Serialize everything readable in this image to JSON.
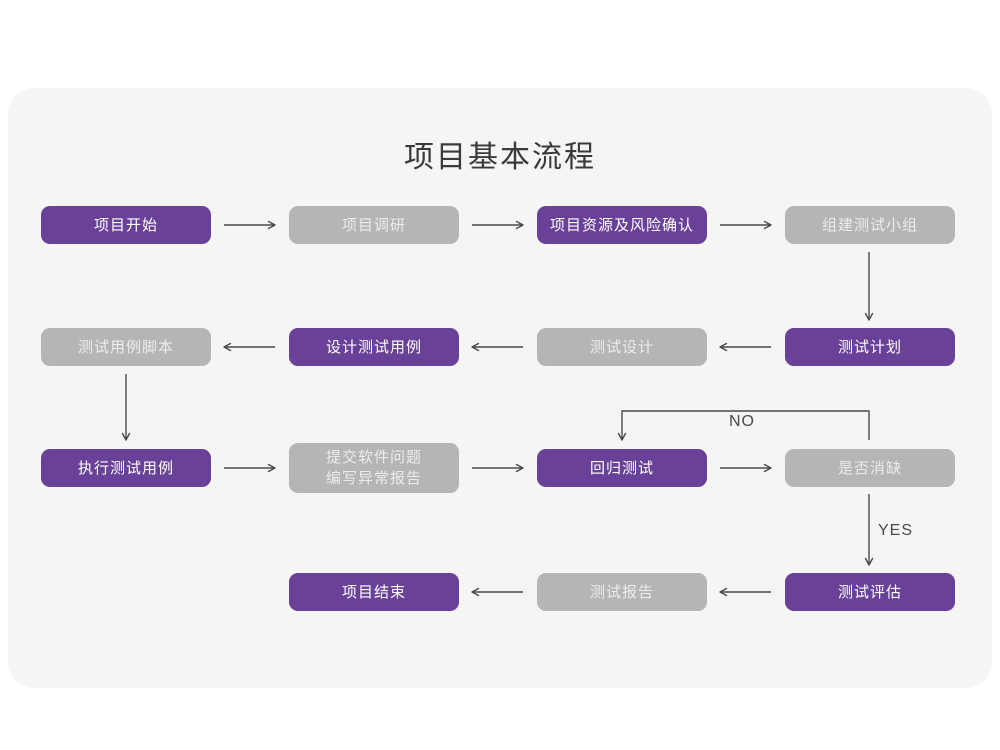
{
  "page": {
    "background": "#ffffff",
    "panel_background": "#f5f5f5"
  },
  "colors": {
    "accent_purple": "#6a4199",
    "muted_gray": "#b5b5b5",
    "purple_text": "#ffffff",
    "gray_text": "#ececec",
    "connector": "#4a4a4a",
    "title_text": "#3a3a3a"
  },
  "chart_data": {
    "type": "diagram",
    "diagram_kind": "flowchart",
    "title": "项目基本流程",
    "legend": [
      {
        "swatch": "#6a4199",
        "meaning": "purple-node"
      },
      {
        "swatch": "#b5b5b5",
        "meaning": "gray-node"
      }
    ],
    "nodes": [
      {
        "id": "n1",
        "label": "项目开始",
        "style": "purple",
        "row": 1,
        "col": 1
      },
      {
        "id": "n2",
        "label": "项目调研",
        "style": "gray",
        "row": 1,
        "col": 2
      },
      {
        "id": "n3",
        "label": "项目资源及风险确认",
        "style": "purple",
        "row": 1,
        "col": 3
      },
      {
        "id": "n4",
        "label": "组建测试小组",
        "style": "gray",
        "row": 1,
        "col": 4
      },
      {
        "id": "n5",
        "label": "测试计划",
        "style": "purple",
        "row": 2,
        "col": 4
      },
      {
        "id": "n6",
        "label": "测试设计",
        "style": "gray",
        "row": 2,
        "col": 3
      },
      {
        "id": "n7",
        "label": "设计测试用例",
        "style": "purple",
        "row": 2,
        "col": 2
      },
      {
        "id": "n8",
        "label": "测试用例脚本",
        "style": "gray",
        "row": 2,
        "col": 1
      },
      {
        "id": "n9",
        "label": "执行测试用例",
        "style": "purple",
        "row": 3,
        "col": 1
      },
      {
        "id": "n10",
        "label": "提交软件问题",
        "label2": "编写异常报告",
        "style": "gray",
        "row": 3,
        "col": 2
      },
      {
        "id": "n11",
        "label": "回归测试",
        "style": "purple",
        "row": 3,
        "col": 3
      },
      {
        "id": "n12",
        "label": "是否消缺",
        "style": "gray",
        "row": 3,
        "col": 4
      },
      {
        "id": "n13",
        "label": "测试评估",
        "style": "purple",
        "row": 4,
        "col": 4
      },
      {
        "id": "n14",
        "label": "测试报告",
        "style": "gray",
        "row": 4,
        "col": 3
      },
      {
        "id": "n15",
        "label": "项目结束",
        "style": "purple",
        "row": 4,
        "col": 2
      }
    ],
    "edges": [
      {
        "from": "n1",
        "to": "n2",
        "direction": "right",
        "label": ""
      },
      {
        "from": "n2",
        "to": "n3",
        "direction": "right",
        "label": ""
      },
      {
        "from": "n3",
        "to": "n4",
        "direction": "right",
        "label": ""
      },
      {
        "from": "n4",
        "to": "n5",
        "direction": "down",
        "label": ""
      },
      {
        "from": "n5",
        "to": "n6",
        "direction": "left",
        "label": ""
      },
      {
        "from": "n6",
        "to": "n7",
        "direction": "left",
        "label": ""
      },
      {
        "from": "n7",
        "to": "n8",
        "direction": "left",
        "label": ""
      },
      {
        "from": "n8",
        "to": "n9",
        "direction": "down",
        "label": ""
      },
      {
        "from": "n9",
        "to": "n10",
        "direction": "right",
        "label": ""
      },
      {
        "from": "n10",
        "to": "n11",
        "direction": "right",
        "label": ""
      },
      {
        "from": "n11",
        "to": "n12",
        "direction": "right",
        "label": ""
      },
      {
        "from": "n12",
        "to": "n11",
        "direction": "loop-up-left",
        "label": "NO"
      },
      {
        "from": "n12",
        "to": "n13",
        "direction": "down",
        "label": "YES"
      },
      {
        "from": "n13",
        "to": "n14",
        "direction": "left",
        "label": ""
      },
      {
        "from": "n14",
        "to": "n15",
        "direction": "left",
        "label": ""
      }
    ],
    "edge_labels": [
      "NO",
      "YES"
    ]
  },
  "labels": {
    "no": "NO",
    "yes": "YES"
  }
}
